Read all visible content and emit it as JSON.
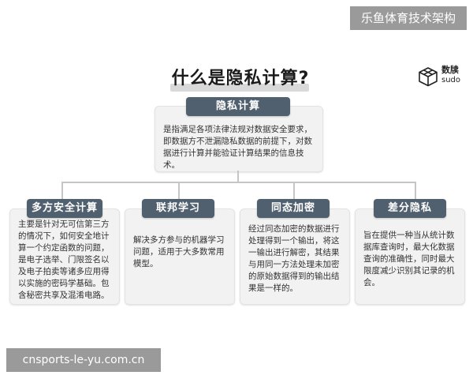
{
  "watermarks": {
    "top": "乐鱼体育技术架构",
    "bottom": "cnsports-le-yu.com.cn"
  },
  "header": {
    "title": "什么是隐私计算?",
    "logo_cn": "数牍",
    "logo_en": "sudo"
  },
  "root": {
    "label": "隐私计算",
    "description": "是指满足各项法律法规对数据安全要求，即数据方不泄漏隐私数据的前提下，对数据进行计算并能验证计算结果的信息技术。"
  },
  "branches": [
    {
      "label": "多方安全计算",
      "description": "主要是针对无可信第三方的情况下，如何安全地计算一个约定函数的问题，是电子选举、门限签名以及电子拍卖等诸多应用得以实施的密码学基础。包含秘密共享及混淆电路。"
    },
    {
      "label": "联邦学习",
      "description": "解决多方参与的机器学习问题，适用于大多数常用模型。"
    },
    {
      "label": "同态加密",
      "description": "经过同态加密的数据进行处理得到一个输出，将这一输出进行解密，其结果与用同一方法处理未加密的原始数据得到的输出结果是一样的。"
    },
    {
      "label": "差分隐私",
      "description": "旨在提供一种当从统计数据库查询时，最大化数据查询的准确性，同时最大限度减少识别其记录的机会。"
    }
  ],
  "colors": {
    "tag_bg": "#51606f",
    "box_bg": "#f2f2f2",
    "connector": "#c6c6c6"
  }
}
